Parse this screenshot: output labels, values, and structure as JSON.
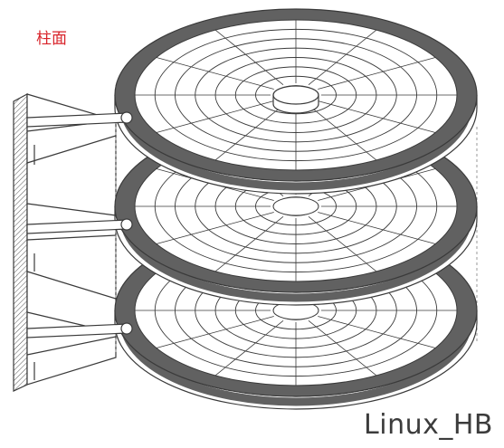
{
  "labels": {
    "cylinder": "柱面",
    "watermark": "Linux_HB"
  },
  "colors": {
    "label": "#d8232a",
    "track_band": "#616161",
    "line": "#3a3a3a",
    "guide": "#9a9a9a",
    "watermark": "#3c3c3c"
  },
  "platters": {
    "count": 3,
    "sectors": 12,
    "tracks_per_platter": 7
  }
}
